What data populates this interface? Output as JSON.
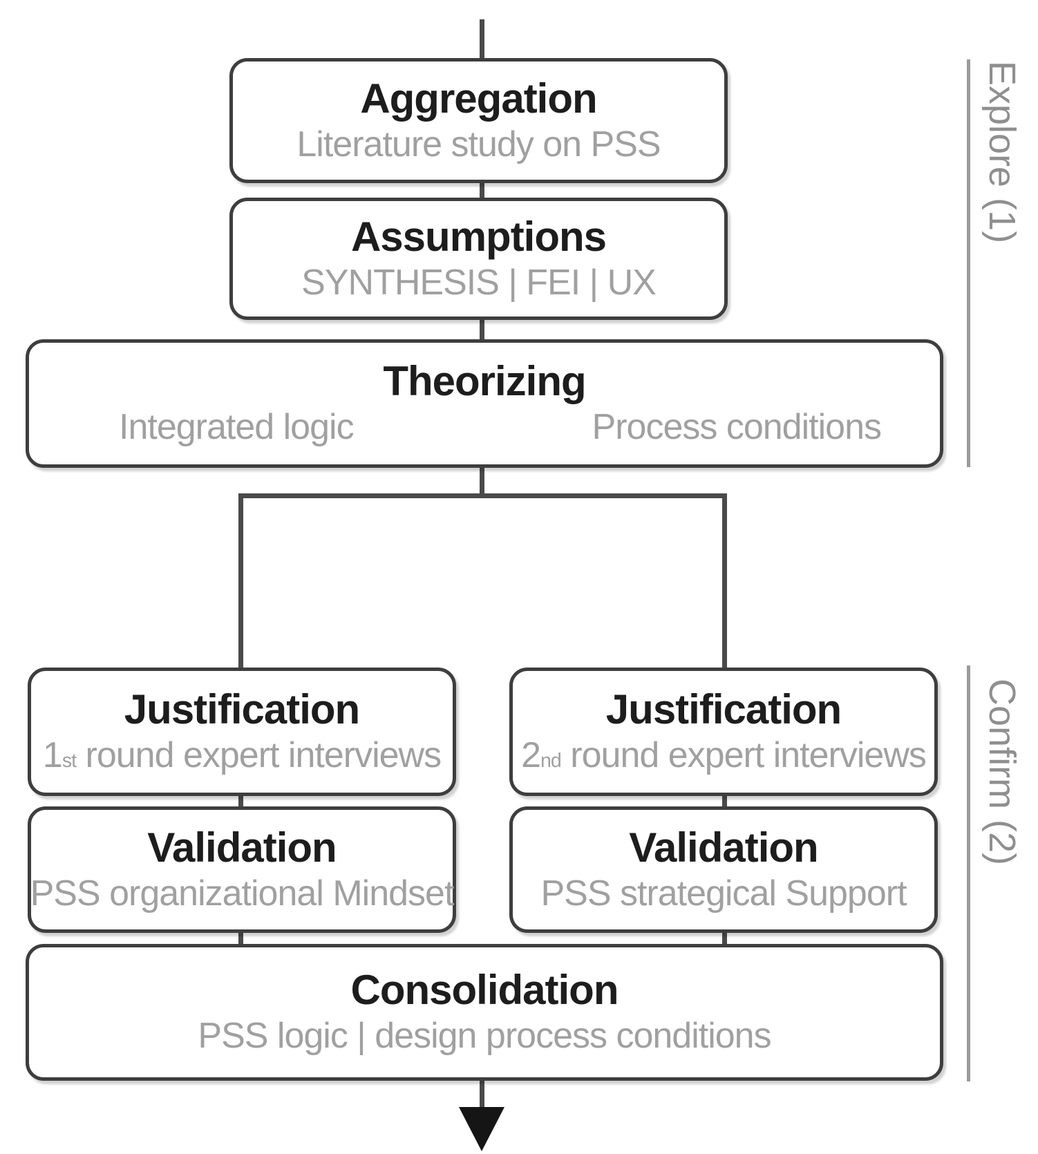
{
  "phases": [
    {
      "label": "Explore (1)"
    },
    {
      "label": "Confirm (2)"
    }
  ],
  "boxes": {
    "aggregation": {
      "title": "Aggregation",
      "subtitle": "Literature study on PSS"
    },
    "assumptions": {
      "title": "Assumptions",
      "subtitle": "SYNTHESIS | FEI | UX"
    },
    "theorizing": {
      "title": "Theorizing",
      "subtitle_left": "Integrated logic",
      "subtitle_right": "Process conditions"
    },
    "justification_1": {
      "title": "Justification",
      "subtitle_num": "1",
      "subtitle_ord": "st",
      "subtitle_rest": " round expert interviews"
    },
    "justification_2": {
      "title": "Justification",
      "subtitle_num": "2",
      "subtitle_ord": "nd",
      "subtitle_rest": " round expert interviews"
    },
    "validation_1": {
      "title": "Validation",
      "subtitle": "PSS organizational Mindset"
    },
    "validation_2": {
      "title": "Validation",
      "subtitle": "PSS strategical Support"
    },
    "consolidation": {
      "title": "Consolidation",
      "subtitle": "PSS logic | design process conditions"
    }
  },
  "colors": {
    "background": "#ffffff",
    "box_border": "#3e3e3e",
    "connector": "#4a4a4a",
    "title_text": "#1d1d1d",
    "subtitle_text": "#a0a0a0",
    "bracket": "#9b9b9b",
    "phase_label_text": "#8f8f8f",
    "arrow": "#151515"
  }
}
